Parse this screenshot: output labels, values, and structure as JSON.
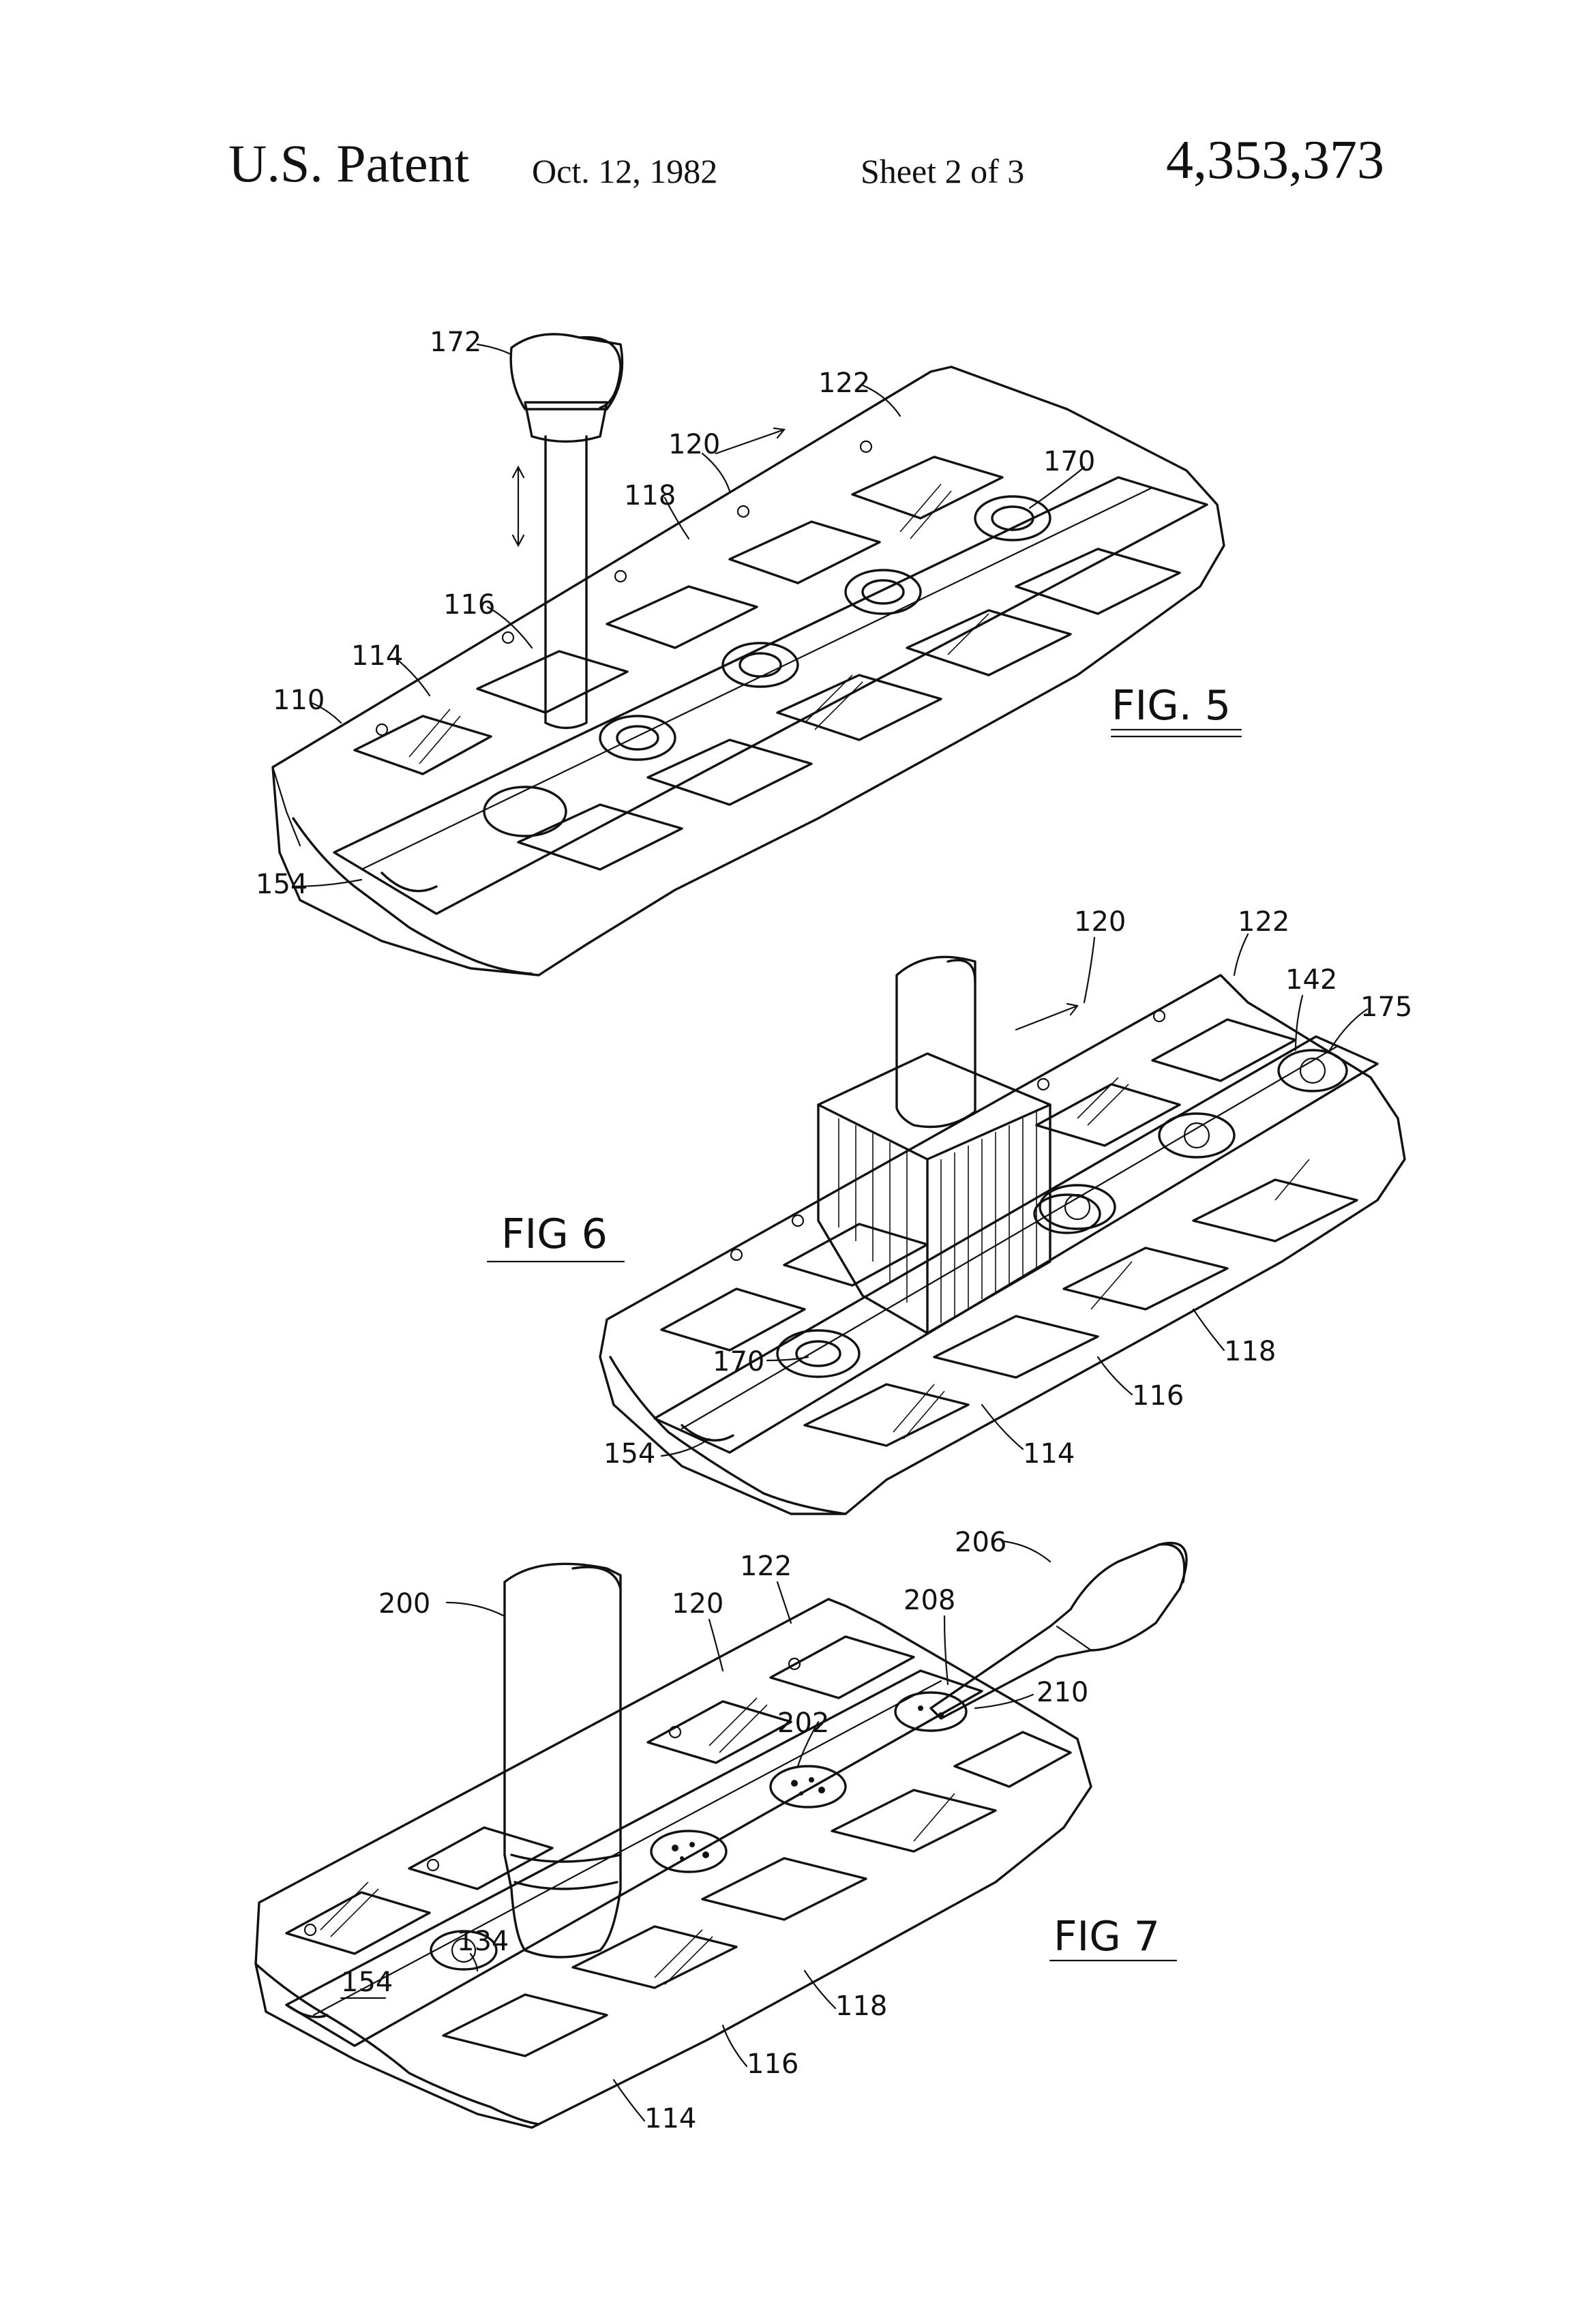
{
  "header": {
    "patent": "U.S. Patent",
    "date": "Oct. 12, 1982",
    "sheet": "Sheet 2 of 3",
    "number": "4,353,373"
  },
  "fig5": {
    "title": "FIG. 5",
    "labels": {
      "l172": "172",
      "l122": "122",
      "l120": "120",
      "l118": "118",
      "l170": "170",
      "l116": "116",
      "l114": "114",
      "l110": "110",
      "l154": "154"
    }
  },
  "fig6": {
    "title": "FIG 6",
    "labels": {
      "l120": "120",
      "l122": "122",
      "l142": "142",
      "l175": "175",
      "l170": "170",
      "l154": "154",
      "l114": "114",
      "l116": "116",
      "l118": "118"
    }
  },
  "fig7": {
    "title": "FIG 7",
    "labels": {
      "l206": "206",
      "l200": "200",
      "l122": "122",
      "l120": "120",
      "l208": "208",
      "l210": "210",
      "l202": "202",
      "l134": "134",
      "l154": "154",
      "l118": "118",
      "l116": "116",
      "l114": "114"
    }
  }
}
